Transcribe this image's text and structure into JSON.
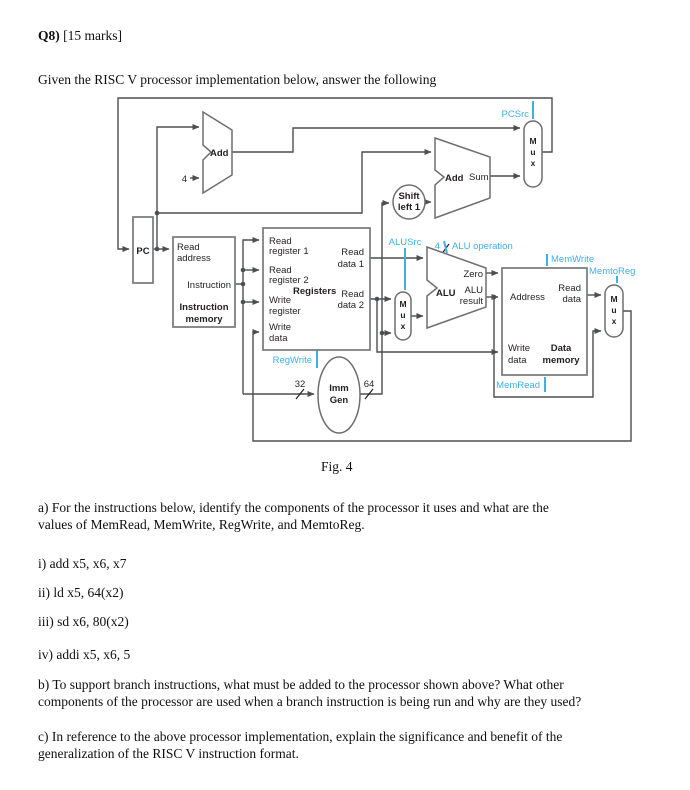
{
  "header": {
    "q_label": "Q8)",
    "marks": " [15 marks]",
    "intro": "Given the RISC V processor implementation below, answer the following"
  },
  "figure": {
    "caption": "Fig. 4",
    "pc": "PC",
    "adder": "Add",
    "four": "4",
    "sum": "Sum",
    "mux": {
      "m": "M",
      "u": "u",
      "x": "x"
    },
    "imem": {
      "read": "Read",
      "address": "address",
      "instruction": "Instruction",
      "name_line1": "Instruction",
      "name_line2": "memory"
    },
    "regs": {
      "name": "Registers",
      "rr1a": "Read",
      "rr1b": "register 1",
      "rr2a": "Read",
      "rr2b": "register 2",
      "wra": "Write",
      "wrb": "register",
      "wda": "Write",
      "wdb": "data",
      "rd1a": "Read",
      "rd1b": "data 1",
      "rd2a": "Read",
      "rd2b": "data 2"
    },
    "immgen": {
      "line1": "Imm",
      "line2": "Gen",
      "width_in": "32",
      "width_out": "64"
    },
    "shift": {
      "line1": "Shift",
      "line2": "left 1"
    },
    "alu": {
      "name": "ALU",
      "zero": "Zero",
      "result1": "ALU",
      "result2": "result"
    },
    "dmem": {
      "address": "Address",
      "rda": "Read",
      "rdb": "data",
      "wda": "Write",
      "wdb": "data",
      "name_line1": "Data",
      "name_line2": "memory"
    },
    "signals": {
      "pcsrc": "PCSrc",
      "alusrc": "ALUSrc",
      "alu_op_width": "4",
      "alu_op": "ALU operation",
      "memwrite": "MemWrite",
      "memtoreg": "MemtoReg",
      "regwrite": "RegWrite",
      "memread": "MemRead"
    }
  },
  "questions": {
    "a1": "a) For the instructions below, identify the components of the processor it uses and what are the",
    "a2": "values of MemRead, MemWrite, RegWrite, and MemtoReg.",
    "i": "i) add x5, x6, x7",
    "ii": "ii) ld x5, 64(x2)",
    "iii": "iii) sd x6, 80(x2)",
    "iv": "iv) addi x5, x6, 5",
    "b1": "b) To support branch instructions, what must be added to the processor shown above? What other",
    "b2": "components of the processor are used when a branch instruction is being run and why are they used?",
    "c1": "c) In reference to the above processor implementation, explain the significance and benefit of the",
    "c2": "generalization of the RISC V instruction format."
  }
}
